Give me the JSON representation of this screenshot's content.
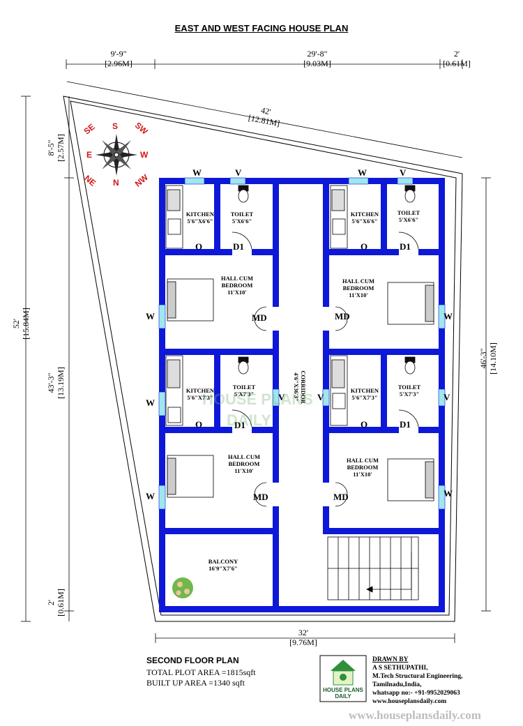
{
  "title": "EAST AND WEST FACING HOUSE PLAN",
  "colors": {
    "wall": "#0d18d8",
    "window": "#9ee6f0",
    "line": "#000000",
    "compass_red": "#d01818"
  },
  "dimensions": {
    "top_left": {
      "ft": "9'-9\"",
      "m": "[2.96M]"
    },
    "top_mid": {
      "ft": "29'-8\"",
      "m": "[9.03M]"
    },
    "top_right": {
      "ft": "2'",
      "m": "[0.61M]"
    },
    "diagonal": {
      "ft": "42'",
      "m": "[12.81M]"
    },
    "left_top": {
      "ft": "8'-5\"",
      "m": "[2.57M]"
    },
    "left_total": {
      "ft": "52'",
      "m": "[15.84M]"
    },
    "left_mid": {
      "ft": "43'-3\"",
      "m": "[13.19M]"
    },
    "left_bottom": {
      "ft": "2'",
      "m": "[0.61M]"
    },
    "right_total": {
      "ft": "46'-3\"",
      "m": "[14.10M]"
    },
    "bottom": {
      "ft": "32'",
      "m": "[9.76M]"
    }
  },
  "compass": {
    "se": "SE",
    "s": "S",
    "sw": "SW",
    "e": "E",
    "w": "W",
    "ne": "NE",
    "n": "N",
    "nw": "NW"
  },
  "rooms": {
    "kitchen_tl": {
      "name": "KITCHEN",
      "size": "5'6\"X6'6\""
    },
    "toilet_tl": {
      "name": "TOILET",
      "size": "5'X6'6\""
    },
    "kitchen_tr": {
      "name": "KITCHEN",
      "size": "5'6\"X6'6\""
    },
    "toilet_tr": {
      "name": "TOILET",
      "size": "5'X6'6\""
    },
    "hall_tl": {
      "name1": "HALL CUM",
      "name2": "BEDROOM",
      "size": "11'X10'"
    },
    "hall_tr": {
      "name1": "HALL CUM",
      "name2": "BEDROOM",
      "size": "11'X10'"
    },
    "kitchen_bl": {
      "name": "KITCHEN",
      "size": "5'6\"X7'3\""
    },
    "toilet_bl": {
      "name": "TOILET",
      "size": "5'X7'3\""
    },
    "kitchen_br": {
      "name": "KITCHEN",
      "size": "5'6\"X7'3\""
    },
    "toilet_br": {
      "name": "TOILET",
      "size": "5'X7'3\""
    },
    "hall_bl": {
      "name1": "HALL CUM",
      "name2": "BEDROOM",
      "size": "11'X10'"
    },
    "hall_br": {
      "name1": "HALL CUM",
      "name2": "BEDROOM",
      "size": "11'X10'"
    },
    "corridor": {
      "name": "CORRIDOR",
      "size": "4'6\"X36'3\""
    },
    "balcony": {
      "name": "BALCONY",
      "size": "16'9\"X7'6\""
    }
  },
  "marks": {
    "window": "W",
    "ventilator": "V",
    "opening": "O",
    "door": "D1",
    "main_door": "MD"
  },
  "watermark": {
    "line1": "HOUSE PLANS",
    "line2": "DAILY"
  },
  "plan_info": {
    "name": "SECOND FLOOR PLAN",
    "plot_area": "TOTAL PLOT AREA =1815sqft",
    "built_area": "BUILT UP AREA =1340 sqft"
  },
  "logo": {
    "line1": "HOUSE PLANS",
    "line2": "DAILY"
  },
  "drawn_by": {
    "heading": "DRAWN BY",
    "name": "A S SETHUPATHI,",
    "qualification": "M.Tech Structural Engineering,",
    "location": "Tamilnadu,India,",
    "phone": "whatsapp no:- +91-9952029063",
    "web": "www.houseplansdaily.com"
  },
  "site_url": "www.houseplansdaily.com"
}
